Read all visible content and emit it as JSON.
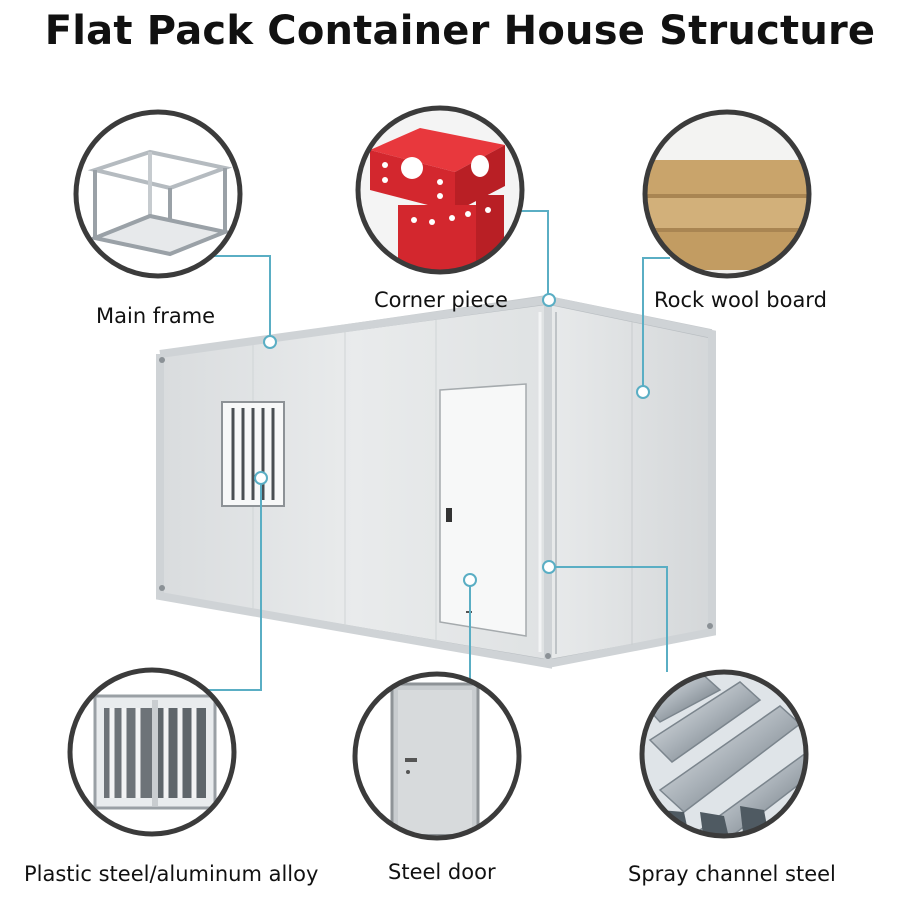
{
  "title": "Flat Pack Container House Structure",
  "components": [
    {
      "id": "main-frame",
      "label": "Main frame"
    },
    {
      "id": "corner-piece",
      "label": "Corner piece"
    },
    {
      "id": "rock-wool-board",
      "label": "Rock wool board"
    },
    {
      "id": "plastic-steel",
      "label": "Plastic steel/aluminum alloy"
    },
    {
      "id": "steel-door",
      "label": "Steel door"
    },
    {
      "id": "spray-channel-steel",
      "label": "Spray channel steel"
    }
  ],
  "colors": {
    "leader_line": "#5aaec4",
    "circle_border": "#3b3b3b",
    "corner_piece_red": "#d3272e",
    "rock_wool_tan": "#c9a46b",
    "container_panel": "#e4e6e7"
  }
}
